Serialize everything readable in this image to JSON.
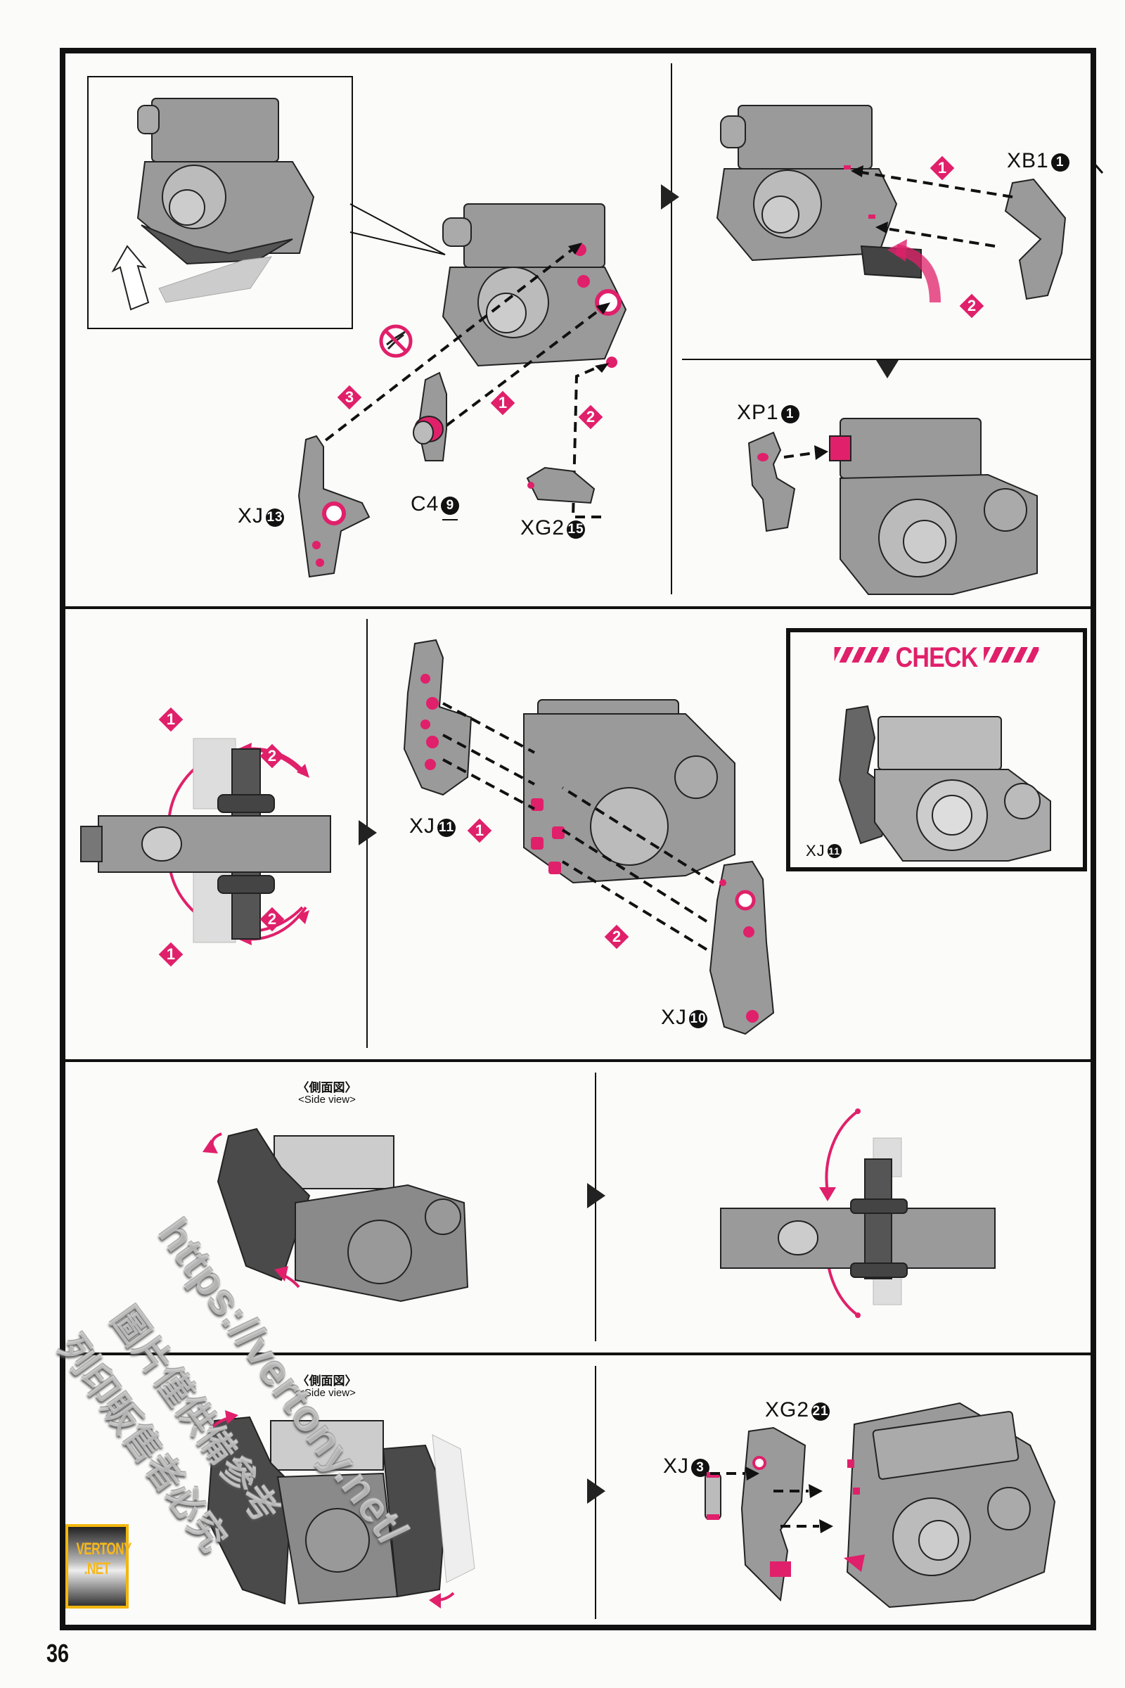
{
  "page_number": "36",
  "accent_color": "#e0206a",
  "row1": {
    "left": {
      "inset_icon": "engine-block-underside-detail",
      "parts": [
        {
          "code": "XJ",
          "num": "13"
        },
        {
          "code": "C4",
          "num": "9",
          "underline": true
        },
        {
          "code": "XG2",
          "num": "15"
        }
      ],
      "steps": [
        "3",
        "1",
        "2"
      ],
      "warning_icon": "no-nippers-icon"
    },
    "right_top": {
      "parts": [
        {
          "code": "XB1",
          "num": "1"
        }
      ],
      "steps": [
        "1",
        "2"
      ]
    },
    "right_bottom": {
      "parts": [
        {
          "code": "XP1",
          "num": "1"
        }
      ]
    }
  },
  "row2": {
    "left": {
      "steps": [
        "1",
        "2",
        "2",
        "1"
      ]
    },
    "middle": {
      "parts": [
        {
          "code": "XJ",
          "num": "11"
        },
        {
          "code": "XJ",
          "num": "10"
        }
      ],
      "steps": [
        "1",
        "2"
      ]
    },
    "check": {
      "title": "CHECK",
      "parts": [
        {
          "code": "XJ",
          "num": "11"
        }
      ]
    }
  },
  "row3": {
    "side_view_jp": "〈側面図〉",
    "side_view_en": "<Side view>"
  },
  "row4": {
    "side_view_jp": "〈側面図〉",
    "side_view_en": "<Side view>",
    "parts": [
      {
        "code": "XG2",
        "num": "21"
      },
      {
        "code": "XJ",
        "num": "3"
      }
    ]
  },
  "watermark": {
    "url": "https://vertony.net/",
    "line2": "圖片僅供備參考",
    "line3": "列印販售者必究"
  },
  "logo": {
    "line1": "VERTONY",
    "line2": ".NET"
  }
}
